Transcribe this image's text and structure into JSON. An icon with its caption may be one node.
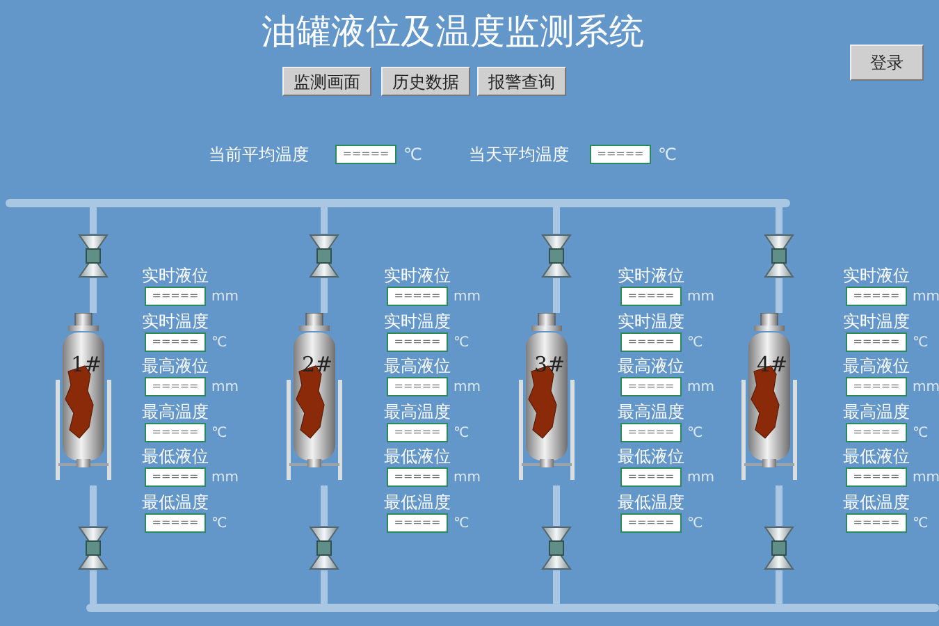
{
  "diagram": {
    "title": "油罐液位及温度监测系统",
    "nodes": [
      {
        "text": [],
        "shape": "pipe"
      },
      {
        "text": [],
        "shape": "valve"
      },
      {
        "text": [],
        "shape": "valve"
      },
      {
        "text": [],
        "shape": "valve"
      },
      {
        "text": [],
        "shape": "valve"
      },
      {
        "text": [
          "1#"
        ],
        "beside": [
          "实时液位",
          "=====",
          "mm",
          "实时温度",
          "=====",
          "℃",
          "最高液位",
          "=====",
          "mm",
          "最高温度",
          "=====",
          "℃",
          "最低液位",
          "=====",
          "mm",
          "最低温度",
          "=====",
          "℃"
        ]
      },
      {
        "text": [
          "2#"
        ],
        "beside": [
          "实时液位",
          "=====",
          "mm",
          "实时温度",
          "=====",
          "℃",
          "最高液位",
          "=====",
          "mm",
          "最高温度",
          "=====",
          "℃",
          "最低液位",
          "=====",
          "mm",
          "最低温度",
          "=====",
          "℃"
        ]
      },
      {
        "text": [
          "3#"
        ],
        "beside": [
          "实时液位",
          "=====",
          "mm",
          "实时温度",
          "=====",
          "℃",
          "最高液位",
          "=====",
          "mm",
          "最高温度",
          "=====",
          "℃",
          "最低液位",
          "=====",
          "mm",
          "最低温度",
          "=====",
          "℃"
        ]
      },
      {
        "text": [
          "4#"
        ],
        "beside": [
          "实时液位",
          "=====",
          "mm",
          "实时温度",
          "=====",
          "℃",
          "最高液位",
          "=====",
          "mm",
          "最高温度",
          "=====",
          "℃",
          "最低液位",
          "=====",
          "mm",
          "最低温度",
          "=====",
          "℃"
        ]
      },
      {
        "text": [],
        "shape": "valve"
      },
      {
        "text": [],
        "shape": "valve"
      },
      {
        "text": [],
        "shape": "valve"
      },
      {
        "text": [],
        "shape": "valve"
      },
      {
        "text": [],
        "shape": "pipe"
      }
    ],
    "edges": [
      {
        "from": 0,
        "to": 1,
        "arrow": "none"
      },
      {
        "from": 0,
        "to": 2,
        "arrow": "none"
      },
      {
        "from": 0,
        "to": 3,
        "arrow": "none"
      },
      {
        "from": 0,
        "to": 4,
        "arrow": "none"
      },
      {
        "from": 1,
        "to": 5,
        "arrow": "none"
      },
      {
        "from": 5,
        "to": 9,
        "arrow": "none"
      },
      {
        "from": 2,
        "to": 6,
        "arrow": "none"
      },
      {
        "from": 6,
        "to": 10,
        "arrow": "none"
      },
      {
        "from": 3,
        "to": 7,
        "arrow": "none"
      },
      {
        "from": 7,
        "to": 11,
        "arrow": "none"
      },
      {
        "from": 4,
        "to": 8,
        "arrow": "none"
      },
      {
        "from": 8,
        "to": 12,
        "arrow": "none"
      },
      {
        "from": 9,
        "to": 13,
        "arrow": "none"
      },
      {
        "from": 10,
        "to": 13,
        "arrow": "none"
      },
      {
        "from": 11,
        "to": 13,
        "arrow": "none"
      },
      {
        "from": 12,
        "to": 13,
        "arrow": "none"
      }
    ],
    "labels": [
      "监测画面",
      "历史数据",
      "报警查询",
      "登录",
      "当前平均温度",
      "=====",
      "℃",
      "当天平均温度",
      "=====",
      "℃"
    ]
  }
}
